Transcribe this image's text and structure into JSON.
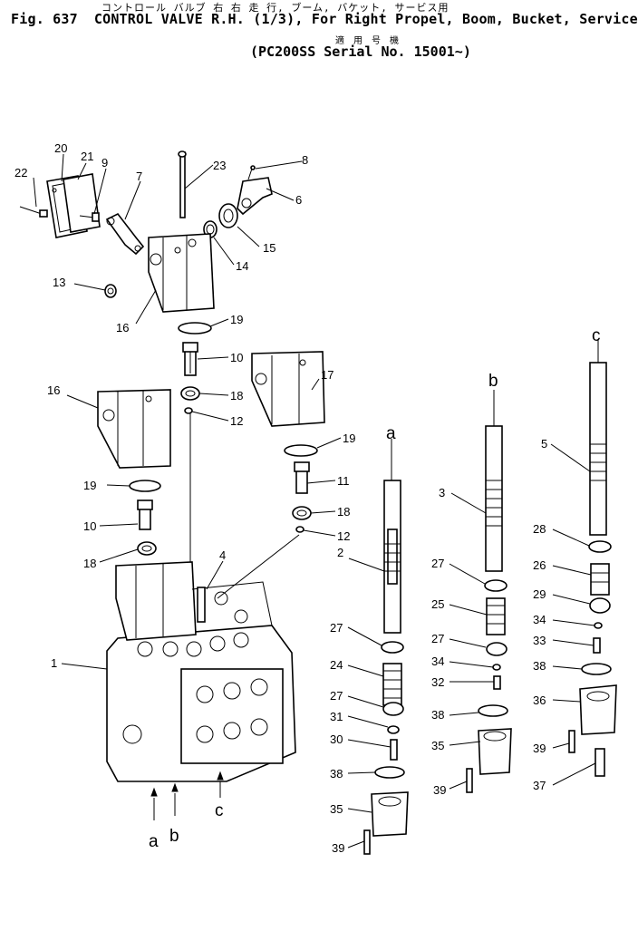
{
  "header": {
    "jp_title": "コントロール バルブ 右   右 走 行, ブーム, バケット, サービス用",
    "fig_no": "Fig. 637",
    "title": "CONTROL VALVE R.H. (1/3), For Right Propel, Boom, Bucket, Service",
    "applicability_jp": "適 用 号 機",
    "serial": "PC200SS Serial No. 15001~"
  },
  "callouts": [
    {
      "id": "c1",
      "text": "1"
    },
    {
      "id": "c2",
      "text": "2"
    },
    {
      "id": "c3",
      "text": "3"
    },
    {
      "id": "c4",
      "text": "4"
    },
    {
      "id": "c5",
      "text": "5"
    },
    {
      "id": "c6",
      "text": "6"
    },
    {
      "id": "c7",
      "text": "7"
    },
    {
      "id": "c8",
      "text": "8"
    },
    {
      "id": "c9",
      "text": "9"
    },
    {
      "id": "c10a",
      "text": "10"
    },
    {
      "id": "c10b",
      "text": "10"
    },
    {
      "id": "c11",
      "text": "11"
    },
    {
      "id": "c12a",
      "text": "12"
    },
    {
      "id": "c12b",
      "text": "12"
    },
    {
      "id": "c13",
      "text": "13"
    },
    {
      "id": "c14",
      "text": "14"
    },
    {
      "id": "c15",
      "text": "15"
    },
    {
      "id": "c16a",
      "text": "16"
    },
    {
      "id": "c16b",
      "text": "16"
    },
    {
      "id": "c17",
      "text": "17"
    },
    {
      "id": "c18a",
      "text": "18"
    },
    {
      "id": "c18b",
      "text": "18"
    },
    {
      "id": "c18c",
      "text": "18"
    },
    {
      "id": "c19a",
      "text": "19"
    },
    {
      "id": "c19b",
      "text": "19"
    },
    {
      "id": "c19c",
      "text": "19"
    },
    {
      "id": "c20",
      "text": "20"
    },
    {
      "id": "c21",
      "text": "21"
    },
    {
      "id": "c22",
      "text": "22"
    },
    {
      "id": "c23",
      "text": "23"
    },
    {
      "id": "c24",
      "text": "24"
    },
    {
      "id": "c25",
      "text": "25"
    },
    {
      "id": "c26",
      "text": "26"
    },
    {
      "id": "c27a",
      "text": "27"
    },
    {
      "id": "c27b",
      "text": "27"
    },
    {
      "id": "c27c",
      "text": "27"
    },
    {
      "id": "c27d",
      "text": "27"
    },
    {
      "id": "c28",
      "text": "28"
    },
    {
      "id": "c29",
      "text": "29"
    },
    {
      "id": "c30",
      "text": "30"
    },
    {
      "id": "c31",
      "text": "31"
    },
    {
      "id": "c32",
      "text": "32"
    },
    {
      "id": "c33",
      "text": "33"
    },
    {
      "id": "c34a",
      "text": "34"
    },
    {
      "id": "c34b",
      "text": "34"
    },
    {
      "id": "c35a",
      "text": "35"
    },
    {
      "id": "c35b",
      "text": "35"
    },
    {
      "id": "c36",
      "text": "36"
    },
    {
      "id": "c37",
      "text": "37"
    },
    {
      "id": "c38a",
      "text": "38"
    },
    {
      "id": "c38b",
      "text": "38"
    },
    {
      "id": "c38c",
      "text": "38"
    },
    {
      "id": "c39a",
      "text": "39"
    },
    {
      "id": "c39b",
      "text": "39"
    },
    {
      "id": "c39c",
      "text": "39"
    }
  ],
  "port_letters": {
    "a_top": "a",
    "b_top": "b",
    "c_top": "c",
    "a_bottom": "a",
    "b_bottom": "b",
    "c_bottom": "c"
  }
}
